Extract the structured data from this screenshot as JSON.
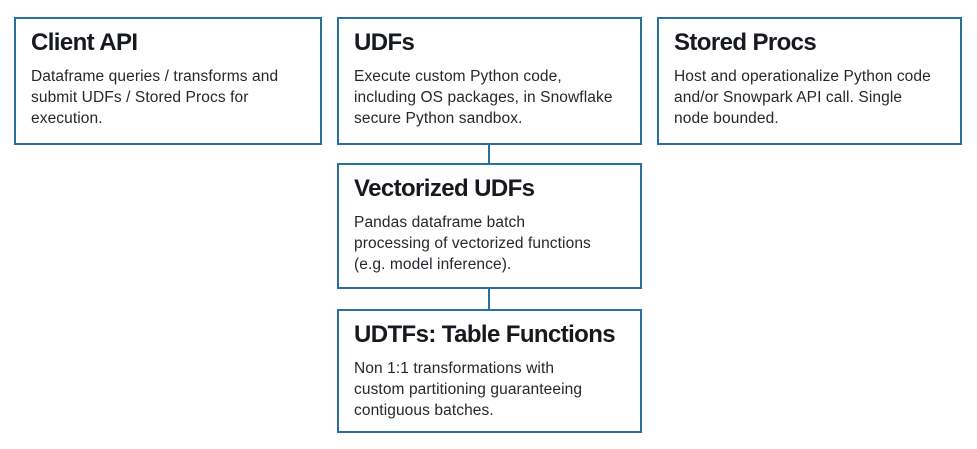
{
  "colors": {
    "box_border": "#2b6f9e",
    "title_text": "#16191d",
    "body_text": "#24282d",
    "background": "#ffffff"
  },
  "boxes": [
    {
      "id": "client-api",
      "title": "Client API",
      "description": "Dataframe queries / transforms and submit UDFs / Stored Procs for execution.",
      "lines": [
        "Dataframe queries / transforms and",
        "submit UDFs / Stored Procs for",
        "execution."
      ]
    },
    {
      "id": "udfs",
      "title": "UDFs",
      "description": "Execute custom Python code, including OS packages, in Snowflake secure Python sandbox.",
      "lines": [
        "Execute custom Python code,",
        "including OS packages, in Snowflake",
        "secure Python sandbox."
      ]
    },
    {
      "id": "stored-procs",
      "title": "Stored Procs",
      "description": "Host and operationalize Python code and/or Snowpark API call. Single node bounded.",
      "lines": [
        "Host and operationalize Python code",
        "and/or Snowpark API call. Single",
        "node bounded."
      ]
    },
    {
      "id": "vectorized-udfs",
      "title": "Vectorized UDFs",
      "description": "Pandas dataframe batch processing of vectorized functions (e.g. model inference).",
      "lines": [
        "Pandas dataframe batch",
        "processing of vectorized functions",
        "(e.g. model inference)."
      ]
    },
    {
      "id": "udtfs-table-functions",
      "title": "UDTFs: Table Functions",
      "description": "Non 1:1 transformations with custom partitioning guaranteeing contiguous batches.",
      "lines": [
        "Non 1:1 transformations with",
        "custom partitioning guaranteeing",
        "contiguous batches."
      ]
    }
  ],
  "connectors": [
    {
      "from": "udfs",
      "to": "vectorized-udfs"
    },
    {
      "from": "vectorized-udfs",
      "to": "udtfs-table-functions"
    }
  ]
}
